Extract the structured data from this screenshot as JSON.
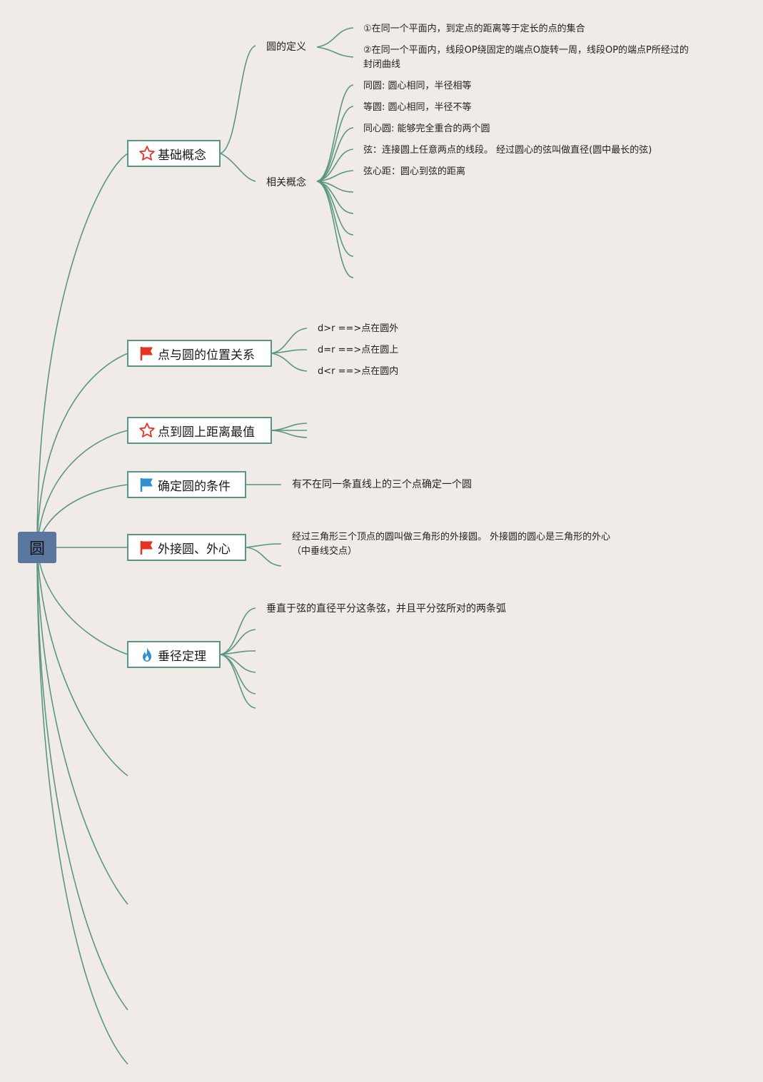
{
  "root": {
    "label": "圆"
  },
  "colors": {
    "line": "#5a9684",
    "root_bg": "#5b77a0",
    "background": "#f0ebe6",
    "red": "#e53223",
    "blue": "#2e8fd6"
  },
  "branches": {
    "basic": {
      "label": "基础概念",
      "icon": "star-outline-icon",
      "definition": {
        "label": "圆的定义",
        "items": [
          "①在同一个平面内，到定点的距离等于定长的点的集合",
          "②在同一个平面内，线段OP绕固定的端点O旋转一周，线段OP的端点P所经过的",
          "封闭曲线"
        ]
      },
      "related": {
        "label": "相关概念",
        "items": [
          "同圆: 圆心相同，半径相等",
          "等圆: 圆心相同，半径不等",
          "同心圆: 能够完全重合的两个圆",
          "弦：连接圆上任意两点的线段。 经过圆心的弦叫做直径(圆中最长的弦)",
          "弦心距：圆心到弦的距离"
        ]
      }
    },
    "point_position": {
      "label": "点与圆的位置关系",
      "icon": "red-flag-icon",
      "items": [
        "d>r ==>点在圆外",
        "d=r ==>点在圆上",
        "d<r ==>点在圆内"
      ]
    },
    "distance_extreme": {
      "label": "点到圆上距离最值",
      "icon": "star-outline-icon"
    },
    "determine": {
      "label": "确定圆的条件",
      "icon": "blue-flag-icon",
      "items": [
        "有不在同一条直线上的三个点确定一个圆"
      ]
    },
    "circumcircle": {
      "label": "外接圆、外心",
      "icon": "red-flag-icon",
      "items": [
        "经过三角形三个顶点的圆叫做三角形的外接圆。 外接圆的圆心是三角形的外心",
        "（中垂线交点）"
      ]
    },
    "perpendicular": {
      "label": "垂径定理",
      "icon": "fire-icon",
      "items": [
        "垂直于弦的直径平分这条弦，并且平分弦所对的两条弧"
      ]
    }
  }
}
